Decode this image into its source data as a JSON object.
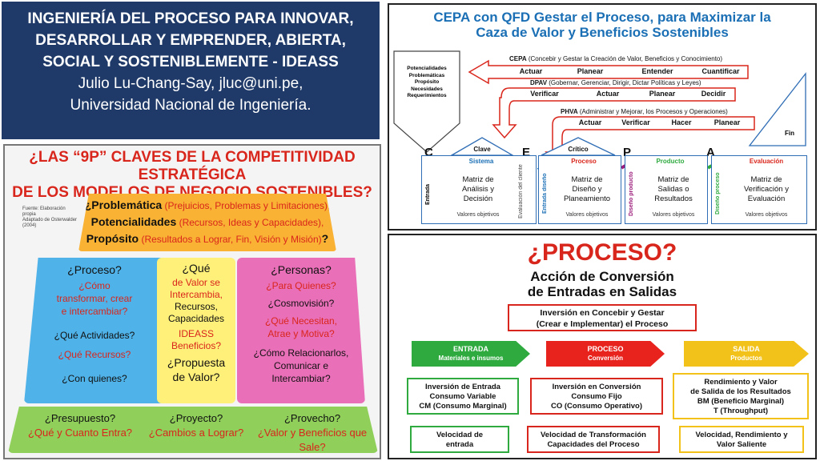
{
  "title_block": {
    "line1": "INGENIERÍA DEL PROCESO PARA INNOVAR,",
    "line2": "DESARROLLAR Y EMPRENDER, ABIERTA,",
    "line3": "SOCIAL Y SOSTENIBLEMENTE - IDEASS",
    "author": "Julio Lu-Chang-Say, jluc@uni.pe,",
    "institution": "Universidad Nacional de Ingeniería."
  },
  "p9": {
    "title1": "¿LAS “9P” CLAVES DE LA COMPETITIVIDAD ESTRATÉGICA",
    "title2": "DE LOS MODELOS DE NEGOCIO SOSTENIBLES?",
    "source1": "Fuente: Elaboración propia",
    "source2": "Adaptado de Osterwalder",
    "source3": "(2004)",
    "tier1": {
      "r1_k": "¿Problemática",
      "r1_v": " (Prejuicios, Problemas y Limitaciones),",
      "r2_k": "Potencialidades",
      "r2_v": " (Recursos, Ideas y Capacidades),",
      "r3_k": "Propósito",
      "r3_v": " (Resultados a Lograr, Fin, Visión y Misión)",
      "r3_end": "?"
    },
    "proceso": {
      "h": "¿Proceso?",
      "l1": "¿Cómo",
      "l2": "transformar, crear",
      "l3": "e intercambiar?",
      "l4": "¿Qué Actividades?",
      "l5": "¿Qué Recursos?",
      "l6": "¿Con quienes?"
    },
    "que": {
      "h": "¿Qué",
      "l1": "de Valor se",
      "l2": "Intercambia,",
      "l3": "Recursos,",
      "l4": "Capacidades",
      "l5": "IDEASS",
      "l6": "Beneficios?",
      "l7": "¿Propuesta",
      "l8": "de Valor?"
    },
    "personas": {
      "h": "¿Personas?",
      "l1": "¿Para Quienes?",
      "l2": "¿Cosmovisión?",
      "l3": "¿Qué Necesitan,",
      "l4": "Atrae y Motiva?",
      "l5": "¿Cómo Relacionarlos,",
      "l6": "Comunicar e",
      "l7": "Intercambiar?"
    },
    "tier3": {
      "presupuesto": "¿Presupuesto?",
      "presupuesto_q": "¿Qué y Cuanto Entra?",
      "proyecto": "¿Proyecto?",
      "proyecto_q": "¿Cambios a Lograr?",
      "provecho": "¿Provecho?",
      "provecho_q": "¿Valor y Beneficios que Sale?"
    }
  },
  "cepa": {
    "title1": "CEPA con QFD Gestar el Proceso, para Maximizar la",
    "title2": "Caza de Valor y Beneficios Sostenibles",
    "left_list": [
      "Potencialidades",
      "Problemáticas",
      "Propósito",
      "Necesidades",
      "Requerimientos"
    ],
    "cycle1": {
      "name": "CEPA",
      "desc": " (Concebir y Gestar la Creación de Valor, Beneficios y Conocimiento)",
      "steps": [
        "Actuar",
        "Planear",
        "Entender",
        "Cuantificar"
      ]
    },
    "cycle2": {
      "name": "DPAV",
      "desc": " (Gobernar, Gerenciar, Dirigir, Dictar Políticas y Leyes)",
      "steps": [
        "Verificar",
        "Actuar",
        "Planear",
        "Decidir"
      ]
    },
    "cycle3": {
      "name": "PHVA",
      "desc": " (Administrar y Mejorar, los Procesos y Operaciones)",
      "steps": [
        "Actuar",
        "Verificar",
        "Hacer",
        "Planear"
      ]
    },
    "fin": "Fin",
    "letters": [
      "C",
      "E",
      "P",
      "A"
    ],
    "house1": {
      "top": "Clave",
      "head": "Sistema",
      "text1": "Matriz de",
      "text2": "Análisis y",
      "text3": "Decisión",
      "side": "Entrada",
      "side2": "Evaluación del cliente",
      "val": "Valores objetivos"
    },
    "house2": {
      "top": "Crítico",
      "head": "Proceso",
      "text1": "Matriz de",
      "text2": "Diseño y",
      "text3": "Planeamiento",
      "side": "Entrada diseño",
      "val": "Valores objetivos"
    },
    "box3": {
      "head": "Producto",
      "text1": "Matriz de",
      "text2": "Salidas o",
      "text3": "Resultados",
      "side": "Diseño producto",
      "val": "Valores objetivos"
    },
    "box4": {
      "head": "Evaluación",
      "text1": "Matriz de",
      "text2": "Verificación y",
      "text3": "Evaluación",
      "side": "Diseño proceso",
      "val": "Valores objetivos"
    }
  },
  "proceso": {
    "title": "¿PROCESO?",
    "sub1": "Acción de Conversión",
    "sub2": "de Entradas en Salidas",
    "invest1": "Inversión en Concebir y Gestar",
    "invest2": "(Crear e Implementar) el Proceso",
    "entrada": {
      "h": "ENTRADA",
      "s": "Materiales e insumos"
    },
    "proc": {
      "h": "PROCESO",
      "s": "Conversión"
    },
    "salida": {
      "h": "SALIDA",
      "s": "Productos"
    },
    "box_e1": {
      "l1": "Inversión de Entrada",
      "l2": "Consumo Variable",
      "l3": "CM (Consumo Marginal)"
    },
    "box_p1": {
      "l1": "Inversión en Conversión",
      "l2": "Consumo Fijo",
      "l3": "CO (Consumo Operativo)"
    },
    "box_s1": {
      "l1": "Rendimiento y Valor",
      "l2": "de Salida de los Resultados",
      "l3": "BM (Beneficio Marginal)",
      "l4": "T (Throughput)"
    },
    "box_e2": {
      "l1": "Velocidad de",
      "l2": "entrada"
    },
    "box_p2": {
      "l1": "Velocidad de Transformación",
      "l2": "Capacidades del Proceso"
    },
    "box_s2": {
      "l1": "Velocidad, Rendimiento y",
      "l2": "Valor Saliente"
    }
  },
  "colors": {
    "navy": "#1f3a68",
    "red": "#d9261c",
    "blue": "#1a6fb5",
    "green": "#2eaa3f",
    "yellow": "#f2c21b"
  }
}
